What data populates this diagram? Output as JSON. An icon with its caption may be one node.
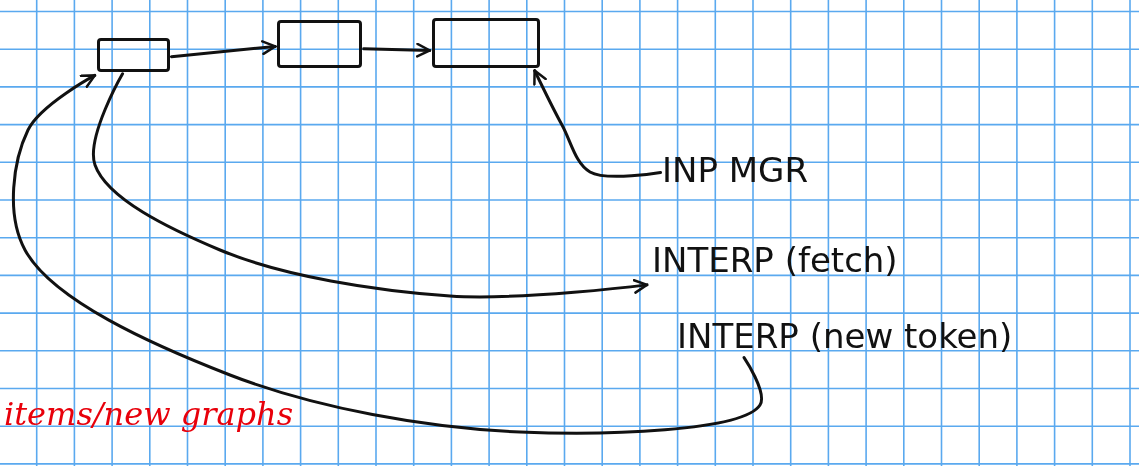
{
  "diagram": {
    "nodes": [
      {
        "text": [],
        "shape": "box"
      },
      {
        "text": [],
        "shape": "box"
      },
      {
        "text": [],
        "shape": "box"
      },
      {
        "text": [
          "INP MGR"
        ]
      },
      {
        "text": [
          "INTERP (fetch)"
        ]
      },
      {
        "text": [
          "INTERP (new token)"
        ]
      }
    ],
    "edges": [
      {
        "from": 0,
        "to": 1,
        "arrow": "to"
      },
      {
        "from": 1,
        "to": 2,
        "arrow": "to"
      },
      {
        "from": 3,
        "to": 2,
        "arrow": "to"
      },
      {
        "from": 0,
        "to": 4,
        "arrow": "to"
      },
      {
        "from": 5,
        "to": 0,
        "arrow": "to"
      }
    ],
    "labels": [
      "items/new graphs"
    ]
  }
}
